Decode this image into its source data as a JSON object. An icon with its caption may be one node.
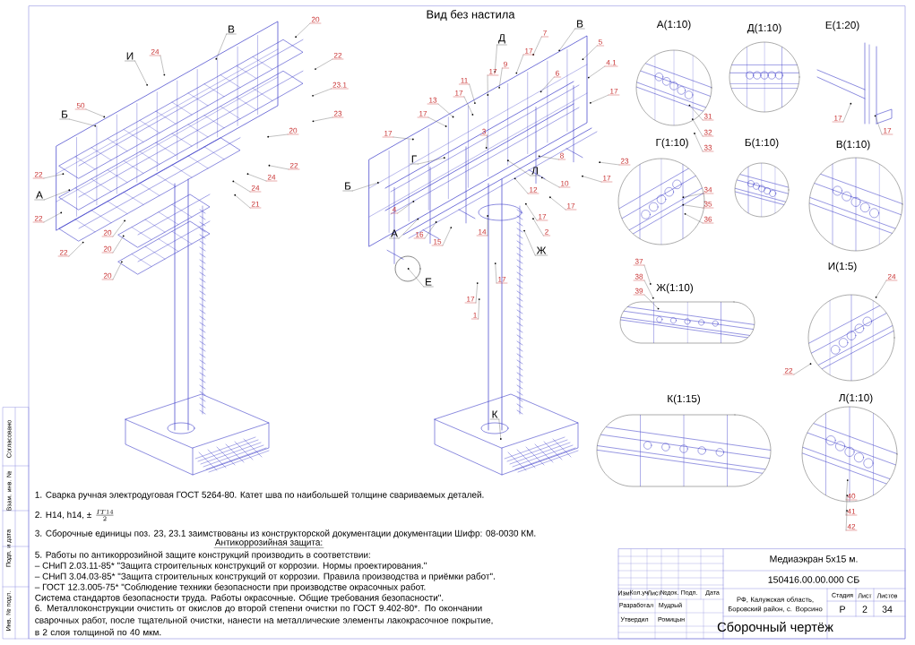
{
  "diagram": {
    "nodes": [
      {
        "text": [
          "А(1:10)"
        ]
      },
      {
        "text": [
          "Д(1:10)"
        ]
      },
      {
        "text": [
          "Г(1:10)"
        ]
      },
      {
        "text": [
          "Б(1:10)"
        ]
      },
      {
        "text": [
          "В(1:10)"
        ]
      },
      {
        "text": [
          "Ж(1:10)"
        ]
      },
      {
        "text": [
          "И(1:5)"
        ]
      },
      {
        "text": [
          "К(1:15)"
        ]
      },
      {
        "text": [
          "Л(1:10)"
        ]
      }
    ],
    "labels": [
      "Вид без настила",
      "В",
      "20",
      "И",
      "24",
      "22",
      "23.1",
      "23",
      "50",
      "Б",
      "22",
      "А",
      "20",
      "22",
      "24",
      "24",
      "21",
      "22",
      "20",
      "20",
      "22",
      "20",
      "В",
      "Д",
      "7",
      "17",
      "5",
      "4.1",
      "6",
      "17",
      "17",
      "9",
      "11",
      "17",
      "13",
      "17",
      "17",
      "3",
      "Г",
      "8",
      "23",
      "Л",
      "17",
      "Б",
      "10",
      "12",
      "17",
      "4",
      "17",
      "А",
      "16",
      "15",
      "14",
      "2",
      "Ж",
      "17",
      "Е",
      "17",
      "1",
      "К",
      "31",
      "32",
      "33",
      "Е(1:20)",
      "17",
      "17",
      "34",
      "35",
      "36",
      "37",
      "38",
      "39",
      "24",
      "22",
      "40",
      "41",
      "42",
      "1. Сварка ручная электродуговая ГОСТ 5264-80. Катет шва по наибольшей толщине свариваемых деталей.",
      "2. H14, h14, ±",
      "\\frac{IT14}{2}",
      "3. Сборочные единицы поз. 23, 23.1 заимствованы из конструкторской документации документации Шифр: 08-0030 КМ.",
      "Антикоррозийная защита:",
      "5. Работы по антикоррозийной защите конструкций производить в соответствии:",
      "– СНиП 2.03.11-85* \"Защита строительных конструкций от коррозии. Нормы проектирования.\"",
      "– СНиП 3.04.03-85* \"Защита строительных конструкций от коррозии. Правила производства и приёмки работ\".",
      "– ГОСТ 12.3.005-75* \"Соблюдение техники безопасности при производстве окрасочных работ.",
      "Система стандартов безопасности труда. Работы окрасочные. Общие требования безопасности\".",
      "6. Металлоконструкции очистить от окислов до второй степени очистки по ГОСТ 9.402-80*. По окончании сварочных работ, после тщательной очистки, нанести на металлические элементы лакокрасочное покрытие, в 2 слоя толщиной по 40 мкм.",
      "Медиаэкран 5х15 м.",
      "150416.00.00.000 СБ",
      "Изм.",
      "Кол.уч",
      "Лист",
      "№док.",
      "Подп.",
      "Дата",
      "Разработал",
      "Мудрый",
      "Утвердил",
      "Ромицын",
      "РФ, Калужская область, Боровский район, с. Ворсино",
      "Стадия",
      "Лист",
      "Листов",
      "Р",
      "2",
      "34",
      "Сборочный чертёж",
      "Согласовано",
      "Взам. инв. №",
      "Подп. и дата",
      "Инв. № подл."
    ]
  }
}
